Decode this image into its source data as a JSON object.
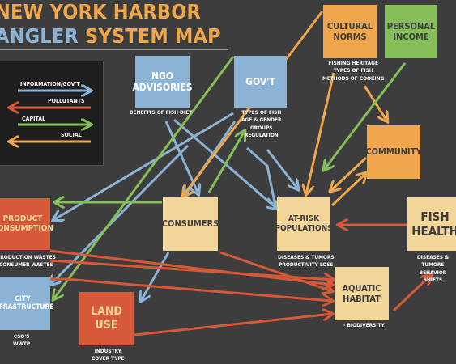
{
  "title": {
    "line1": "NEW YORK HARBOR",
    "line2a": "ANGLER",
    "line2b": " SYSTEM MAP"
  },
  "legend": {
    "info": "INFORMATION/GOV'T",
    "pollutants": "POLLUTANTS",
    "capital": "CAPITAL",
    "social": "SOCIAL"
  },
  "nodes": {
    "ngo": {
      "label": "NGO\nADVISORIES",
      "caption": "BENEFITS OF FISH DIET"
    },
    "govt": {
      "label": "GOV'T",
      "caption": "TYPES OF FISH\nAGE & GENDER\nGROUPS\nREGULATION"
    },
    "cultural": {
      "label": "CULTURAL\nNORMS",
      "caption": "FISHING HERITAGE\nTYPES OF FISH\nMETHODS OF COOKING"
    },
    "income": {
      "label": "PERSONAL\nINCOME"
    },
    "community": {
      "label": "COMMUNITY"
    },
    "product": {
      "label": "PRODUCT\nCONSUMPTION",
      "caption": "PRODUCTION WASTES\nCONSUMER WASTES"
    },
    "consumers": {
      "label": "CONSUMERS"
    },
    "atrisk": {
      "label": "AT-RISK\nPOPULATIONS",
      "caption": "DISEASES & TUMORS\nPRODUCTIVITY LOSS"
    },
    "fishhealth": {
      "label": "FISH\nHEALTH",
      "caption": "DISEASES & TUMORS\nBEHAVIOR SHIFTS"
    },
    "city": {
      "label": "CITY\nINFRASTRUCTURE",
      "caption": "CSO'S\nWWTP"
    },
    "landuse": {
      "label": "LAND\nUSE",
      "caption": "INDUSTRY\nCOVER TYPE"
    },
    "aquatic": {
      "label": "AQUATIC\nHABITAT",
      "caption": "- BIODIVERSITY"
    }
  },
  "colors": {
    "blue": "#8ab3d6",
    "orange": "#f0a64a",
    "green": "#86be5a",
    "red": "#d65a38",
    "cream": "#f2d699",
    "background": "#3d3d3d",
    "legend_bg": "#1e1e1e"
  }
}
